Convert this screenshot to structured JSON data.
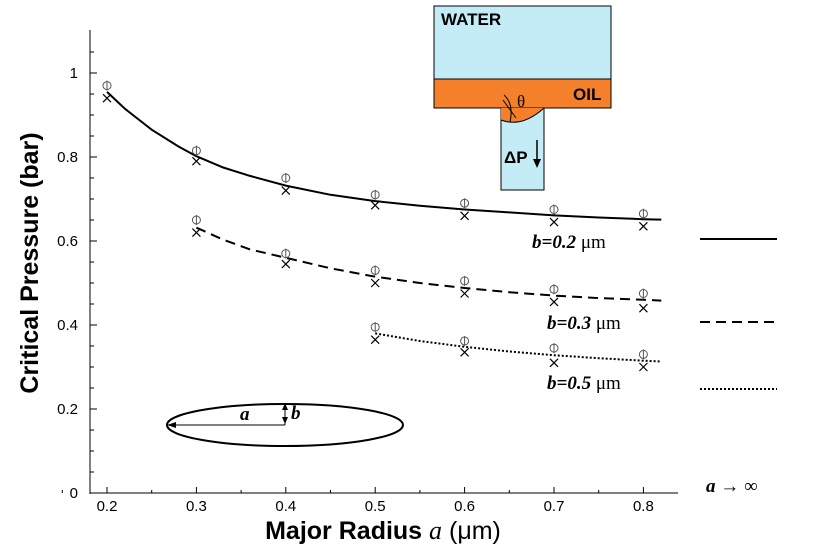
{
  "chart_data": {
    "type": "line",
    "xlabel": "Major Radius",
    "xlabel_var": "a",
    "xlabel_unit": "(μm)",
    "ylabel": "Critical Pressure (bar)",
    "xlim": [
      0.18,
      0.84
    ],
    "ylim": [
      0,
      1.1
    ],
    "xticks": [
      "0.2",
      "0.3",
      "0.4",
      "0.5",
      "0.6",
      "0.7",
      "0.8"
    ],
    "yticks": [
      "0",
      "0.2",
      "0.4",
      "0.6",
      "0.8",
      "1"
    ],
    "series": [
      {
        "name": "b=0.2 μm",
        "label_b": "b",
        "label_val": "=0.2",
        "label_unit": "μm",
        "style": "solid",
        "curve_x": [
          0.2,
          0.22,
          0.25,
          0.28,
          0.3,
          0.33,
          0.36,
          0.4,
          0.45,
          0.5,
          0.55,
          0.6,
          0.65,
          0.7,
          0.75,
          0.8,
          0.82
        ],
        "curve_y": [
          0.955,
          0.915,
          0.865,
          0.825,
          0.802,
          0.775,
          0.755,
          0.732,
          0.71,
          0.695,
          0.684,
          0.675,
          0.668,
          0.661,
          0.656,
          0.652,
          0.651
        ],
        "circles": {
          "x": [
            0.2,
            0.3,
            0.4,
            0.5,
            0.6,
            0.7,
            0.8
          ],
          "y": [
            0.97,
            0.815,
            0.75,
            0.71,
            0.69,
            0.675,
            0.665
          ]
        },
        "crosses": {
          "x": [
            0.2,
            0.3,
            0.4,
            0.5,
            0.6,
            0.7,
            0.8
          ],
          "y": [
            0.94,
            0.79,
            0.72,
            0.685,
            0.66,
            0.645,
            0.635
          ]
        }
      },
      {
        "name": "b=0.3 μm",
        "label_b": "b",
        "label_val": "=0.3",
        "label_unit": "μm",
        "style": "dashed",
        "curve_x": [
          0.3,
          0.33,
          0.36,
          0.4,
          0.45,
          0.5,
          0.55,
          0.6,
          0.65,
          0.7,
          0.75,
          0.8,
          0.82
        ],
        "curve_y": [
          0.632,
          0.603,
          0.58,
          0.56,
          0.535,
          0.515,
          0.5,
          0.488,
          0.478,
          0.47,
          0.464,
          0.46,
          0.458
        ],
        "circles": {
          "x": [
            0.3,
            0.4,
            0.5,
            0.6,
            0.7,
            0.8
          ],
          "y": [
            0.65,
            0.57,
            0.53,
            0.505,
            0.485,
            0.475
          ]
        },
        "crosses": {
          "x": [
            0.3,
            0.4,
            0.5,
            0.6,
            0.7,
            0.8
          ],
          "y": [
            0.62,
            0.545,
            0.5,
            0.475,
            0.455,
            0.44
          ]
        }
      },
      {
        "name": "b=0.5 μm",
        "label_b": "b",
        "label_val": "=0.5",
        "label_unit": "μm",
        "style": "dotted",
        "curve_x": [
          0.5,
          0.55,
          0.6,
          0.65,
          0.7,
          0.75,
          0.8,
          0.82
        ],
        "curve_y": [
          0.38,
          0.362,
          0.348,
          0.337,
          0.328,
          0.321,
          0.315,
          0.313
        ],
        "circles": {
          "x": [
            0.5,
            0.6,
            0.7,
            0.8
          ],
          "y": [
            0.395,
            0.362,
            0.345,
            0.33
          ]
        },
        "crosses": {
          "x": [
            0.5,
            0.6,
            0.7,
            0.8
          ],
          "y": [
            0.365,
            0.335,
            0.31,
            0.3
          ]
        }
      }
    ],
    "asymptote_label": "a → ∞",
    "inset_labels": {
      "water": "WATER",
      "oil": "OIL",
      "theta": "θ",
      "pressure": "ΔP"
    },
    "ellipse_labels": {
      "a": "a",
      "b": "b"
    },
    "colors": {
      "water": "#c4ecf7",
      "oil": "#f4802c",
      "line": "#000000"
    }
  }
}
